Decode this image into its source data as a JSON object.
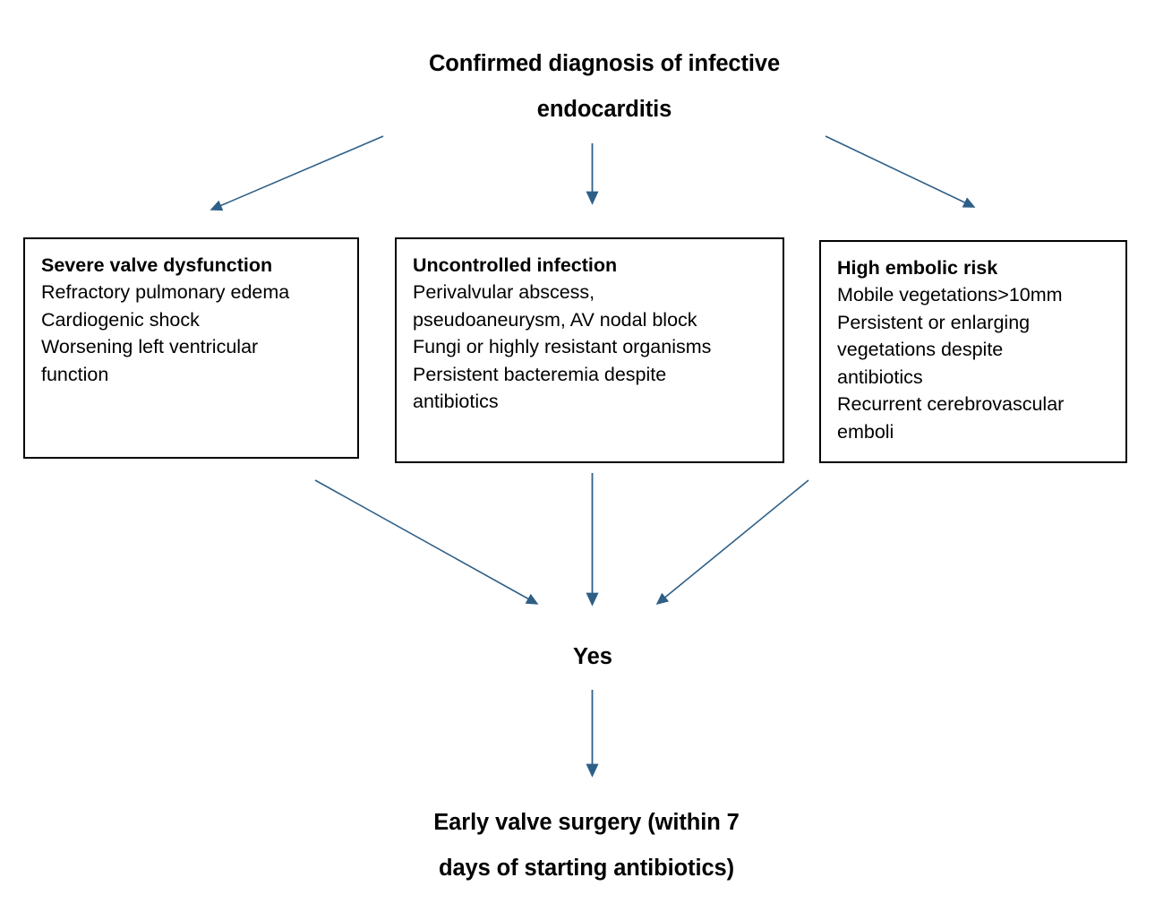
{
  "diagram": {
    "title_node": {
      "name": "confirmed-diagnosis",
      "lines": [
        "Confirmed diagnosis of infective",
        "endocarditis"
      ]
    },
    "criteria": [
      {
        "id": "severe-valve-dysfunction",
        "heading": "Severe valve dysfunction",
        "lines": [
          "Refractory pulmonary edema",
          "Cardiogenic shock",
          "Worsening left ventricular",
          "function"
        ]
      },
      {
        "id": "uncontrolled-infection",
        "heading": "Uncontrolled infection",
        "lines": [
          "Perivalvular abscess,",
          "pseudoaneurysm, AV nodal block",
          "Fungi or highly resistant organisms",
          "Persistent bacteremia despite",
          "antibiotics"
        ]
      },
      {
        "id": "high-embolic-risk",
        "heading": "High embolic risk",
        "lines": [
          "Mobile vegetations>10mm",
          "Persistent or enlarging",
          "vegetations despite",
          "antibiotics",
          "Recurrent cerebrovascular",
          "emboli"
        ]
      }
    ],
    "decision_node": {
      "name": "yes-decision",
      "label": "Yes"
    },
    "outcome_node": {
      "name": "early-valve-surgery",
      "lines": [
        "Early valve surgery (within 7",
        "days of starting antibiotics)"
      ]
    },
    "connectors": [
      {
        "id": "title-to-severe",
        "from": "confirmed-diagnosis",
        "to": "severe-valve-dysfunction",
        "shape": "diagonal-down-left"
      },
      {
        "id": "title-to-uncontrolled",
        "from": "confirmed-diagnosis",
        "to": "uncontrolled-infection",
        "shape": "vertical-down"
      },
      {
        "id": "title-to-embolic",
        "from": "confirmed-diagnosis",
        "to": "high-embolic-risk",
        "shape": "diagonal-down-right"
      },
      {
        "id": "severe-to-yes",
        "from": "severe-valve-dysfunction",
        "to": "yes-decision",
        "shape": "diagonal-down-right"
      },
      {
        "id": "uncontrolled-to-yes",
        "from": "uncontrolled-infection",
        "to": "yes-decision",
        "shape": "vertical-down"
      },
      {
        "id": "embolic-to-yes",
        "from": "high-embolic-risk",
        "to": "yes-decision",
        "shape": "diagonal-down-left"
      },
      {
        "id": "yes-to-surgery",
        "from": "yes-decision",
        "to": "early-valve-surgery",
        "shape": "vertical-down"
      }
    ]
  },
  "style": {
    "arrow_color": "#2E5F87",
    "box_border_color": "#000000",
    "text_color": "#000000",
    "background_color": "#FFFFFF"
  }
}
